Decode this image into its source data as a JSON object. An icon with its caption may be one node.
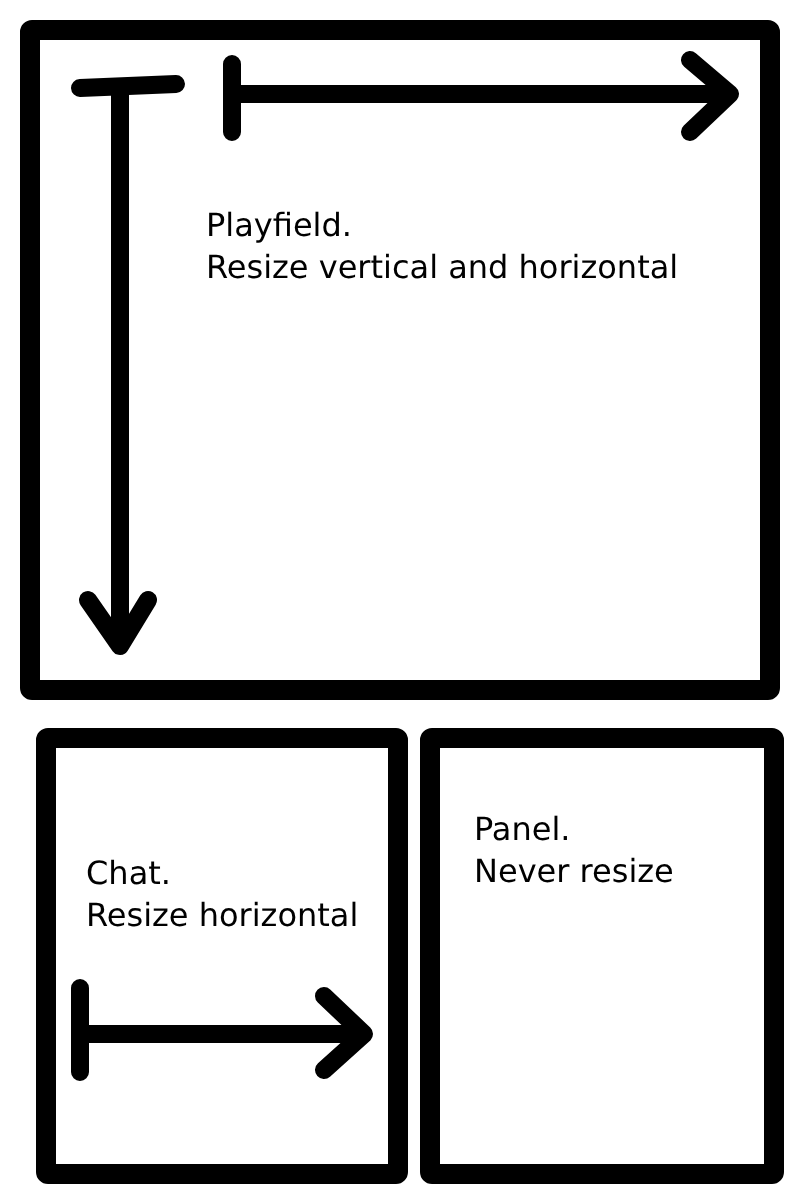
{
  "diagram": {
    "nodes": [
      {
        "text": [
          "Playfield.",
          "Resize vertical and horizontal"
        ]
      },
      {
        "text": [
          "Chat.",
          "Resize horizontal"
        ]
      },
      {
        "text": [
          "Panel.",
          "Never resize"
        ]
      }
    ]
  }
}
